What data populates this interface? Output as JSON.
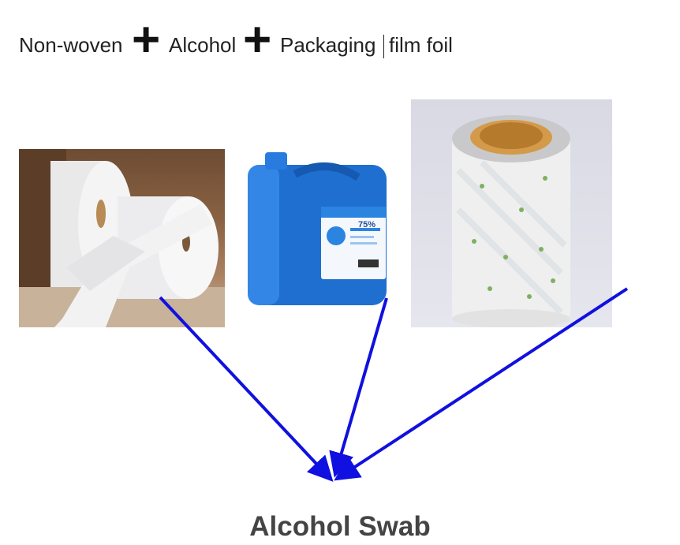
{
  "heading": {
    "item1": "Non-woven",
    "plus": "+",
    "item2": "Alcohol",
    "item3": "Packaging",
    "item4": "film foil"
  },
  "jerrycan_label": {
    "percent": "75%"
  },
  "result": "Alcohol Swab",
  "colors": {
    "arrow": "#1010e0",
    "can": "#1f6fd0"
  }
}
